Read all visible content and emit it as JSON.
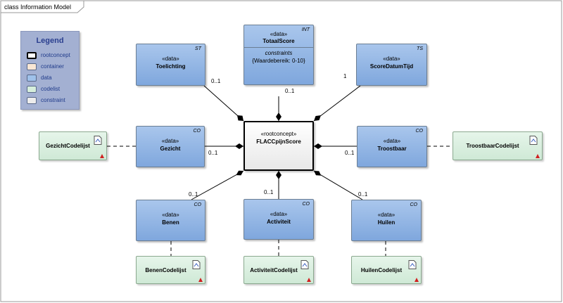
{
  "diagram": {
    "frame_title": "class Information Model",
    "legend": {
      "title": "Legend",
      "items": [
        {
          "label": "rootconcept",
          "color": "#ffffff",
          "border": "#000000"
        },
        {
          "label": "container",
          "color": "#f8e6d4",
          "border": "#8a7a6a"
        },
        {
          "label": "data",
          "color": "#9fc1ea",
          "border": "#5a6a8a"
        },
        {
          "label": "codelist",
          "color": "#d6eedc",
          "border": "#6a8a70"
        },
        {
          "label": "constraint",
          "color": "#ececec",
          "border": "#6a6a6a"
        }
      ]
    },
    "root": {
      "stereotype": "«rootconcept»",
      "name": "FLACCpijnScore"
    },
    "totaalscore": {
      "stereotype": "«data»",
      "name": "TotaalScore",
      "tag": "INT",
      "constraints_header": "constraints",
      "constraint": "{Waardebereik: 0-10}"
    },
    "toelichting": {
      "stereotype": "«data»",
      "name": "Toelichting",
      "tag": "ST"
    },
    "scoredatumtijd": {
      "stereotype": "«data»",
      "name": "ScoreDatumTijd",
      "tag": "TS"
    },
    "gezicht": {
      "stereotype": "«data»",
      "name": "Gezicht",
      "tag": "CO"
    },
    "troostbaar": {
      "stereotype": "«data»",
      "name": "Troostbaar",
      "tag": "CO"
    },
    "benen": {
      "stereotype": "«data»",
      "name": "Benen",
      "tag": "CO"
    },
    "activiteit": {
      "stereotype": "«data»",
      "name": "Activiteit",
      "tag": "CO"
    },
    "huilen": {
      "stereotype": "«data»",
      "name": "Huilen",
      "tag": "CO"
    },
    "codelists": {
      "gezicht": "GezichtCodelijst",
      "troostbaar": "TroostbaarCodelijst",
      "benen": "BenenCodelijst",
      "activiteit": "ActiviteitCodelijst",
      "huilen": "HuilenCodelijst"
    },
    "multiplicities": {
      "toelichting": "0..1",
      "totaalscore": "0..1",
      "scoredatumtijd": "1",
      "gezicht": "0..1",
      "troostbaar": "0..1",
      "benen": "0..1",
      "activiteit": "0..1",
      "huilen": "0..1"
    }
  }
}
